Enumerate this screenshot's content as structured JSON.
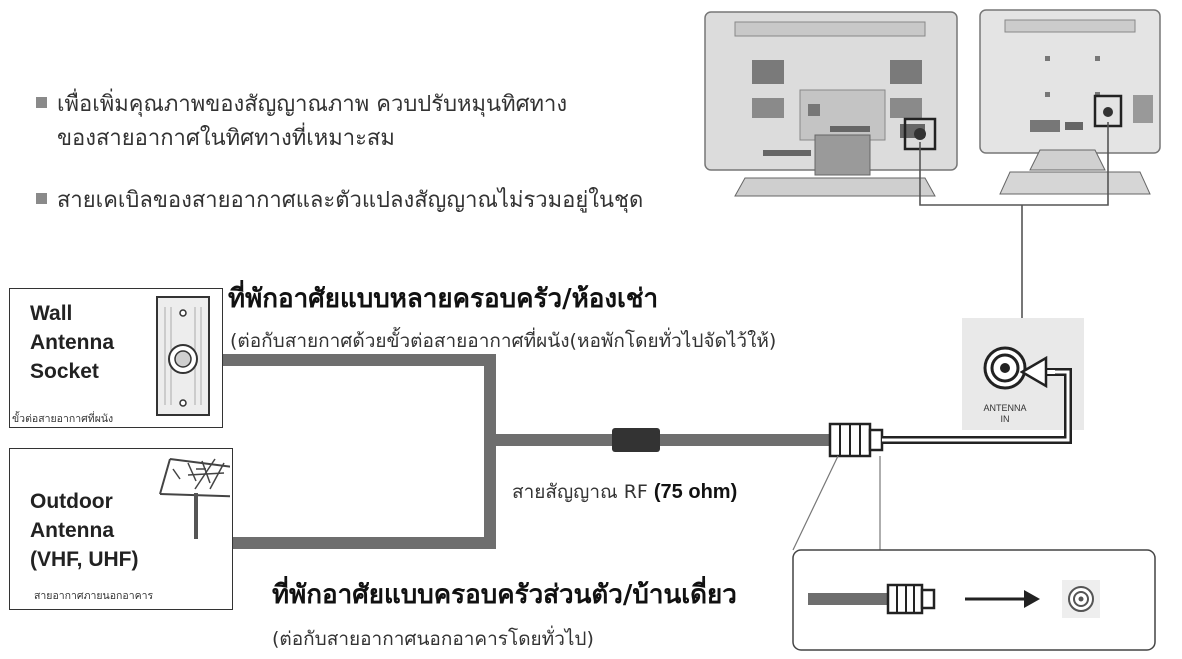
{
  "notes": [
    {
      "line1": "เพื่อเพิ่มคุณภาพของสัญญาณภาพ ควบปรับหมุนทิศทาง",
      "line2": "ของสายอากาศในทิศทางที่เหมาะสม"
    },
    {
      "line1": "สายเคเบิลของสายอากาศและตัวแปลงสัญญาณไม่รวมอยู่ในชุด"
    }
  ],
  "wall_socket": {
    "label_en": [
      "Wall",
      "Antenna",
      "Socket"
    ],
    "label_th": "ขั้วต่อสายอากาศที่ผนัง"
  },
  "outdoor_antenna": {
    "label_en": [
      "Outdoor",
      "Antenna",
      "(VHF, UHF)"
    ],
    "label_th": "สายอากาศภายนอกอาคาร"
  },
  "apartment": {
    "heading": "ที่พักอาศัยแบบหลายครอบครัว/ห้องเช่า",
    "subtext": "(ต่อกับสายกาศด้วยขั้วต่อสายอากาศที่ผนัง(หอพักโดยทั่วไปจัดไว้ให้)"
  },
  "house": {
    "heading": "ที่พักอาศัยแบบครอบครัวส่วนตัว/บ้านเดี่ยว",
    "subtext": "(ต่อกับสายอากาศนอกอาคารโดยทั่วไป)"
  },
  "cable": {
    "label": "สายสัญญาณ RF",
    "spec": "(75 ohm)"
  },
  "antenna_in": {
    "line1": "ANTENNA",
    "line2": "IN"
  },
  "colors": {
    "cable": "#6e6e6e",
    "panel": "#e9e9e9",
    "tv_body": "#dcdcdc",
    "tv_dark": "#8c8c8c"
  }
}
